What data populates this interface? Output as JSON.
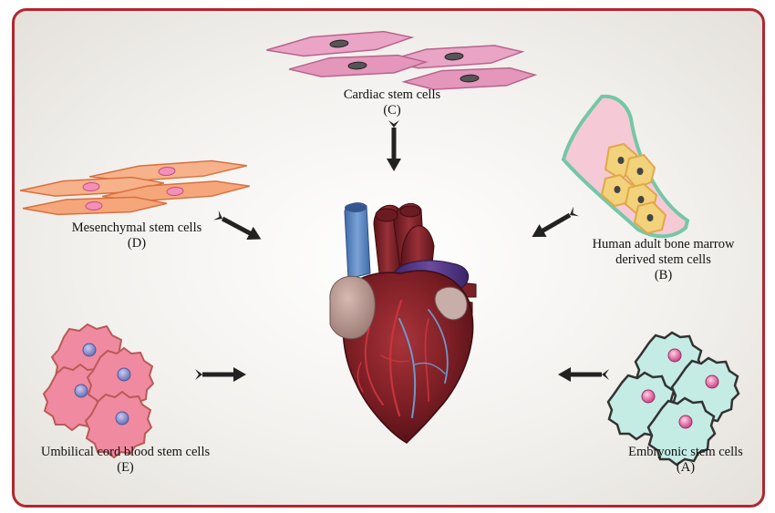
{
  "diagram": {
    "center": "heart",
    "sources": [
      {
        "id": "C",
        "name": "Cardiac stem cells",
        "tag": "(C)"
      },
      {
        "id": "B",
        "name_line1": "Human adult bone marrow",
        "name_line2": "derived stem cells",
        "tag": "(B)"
      },
      {
        "id": "D",
        "name": "Mesenchymal stem cells",
        "tag": "(D)"
      },
      {
        "id": "E",
        "name": "Umbilical cord blood stem cells",
        "tag": "(E)"
      },
      {
        "id": "A",
        "name": "Embryonic stem cells",
        "tag": "(A)"
      }
    ]
  },
  "colors": {
    "frame": "#b5252f",
    "cardiac_cell": "#e9a3c4",
    "mesenchymal_cell": "#f6b28a",
    "bone_marrow_cell": "#f2d27a",
    "bone_marrow_outline": "#74c7a7",
    "cord_blood_cell": "#f08aa0",
    "embryonic_cell": "#c4ece4",
    "heart_muscle": "#7b1e24",
    "vena_cava": "#5f86bf",
    "pulmonary_artery": "#4b2e7a"
  },
  "icons": [
    "arrow-icon",
    "heart-icon",
    "cell-cluster-icon"
  ]
}
